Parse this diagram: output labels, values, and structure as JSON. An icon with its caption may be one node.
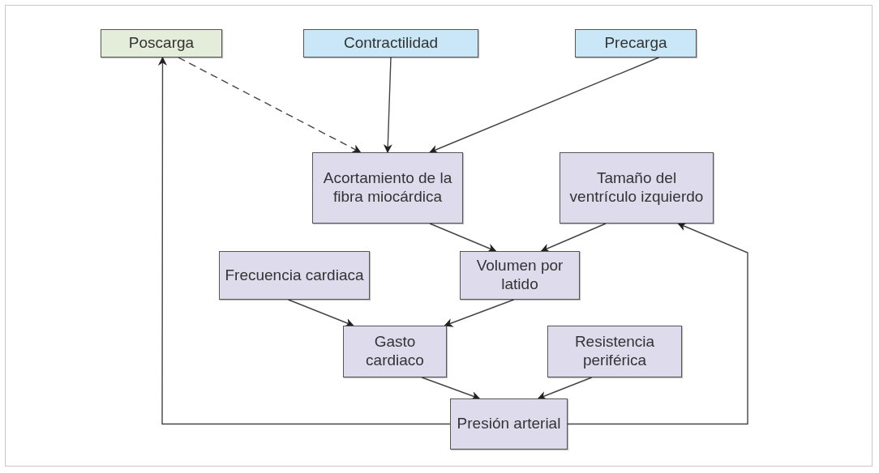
{
  "diagram": {
    "nodes": [
      {
        "text": [
          "Poscarga"
        ]
      },
      {
        "text": [
          "Contractilidad"
        ]
      },
      {
        "text": [
          "Precarga"
        ]
      },
      {
        "text": [
          "Acortamiento de la fibra miocárdica"
        ]
      },
      {
        "text": [
          "Tamaño del ventrículo izquierdo"
        ]
      },
      {
        "text": [
          "Frecuencia cardiaca"
        ]
      },
      {
        "text": [
          "Volumen por latido"
        ]
      },
      {
        "text": [
          "Gasto cardiaco"
        ]
      },
      {
        "text": [
          "Resistencia periférica"
        ]
      },
      {
        "text": [
          "Presión arterial"
        ]
      }
    ],
    "edges": [
      {
        "from": 0,
        "to": 3,
        "arrow": "to",
        "style": "dashed"
      },
      {
        "from": 1,
        "to": 3,
        "arrow": "to"
      },
      {
        "from": 2,
        "to": 3,
        "arrow": "to"
      },
      {
        "from": 3,
        "to": 6,
        "arrow": "to"
      },
      {
        "from": 4,
        "to": 6,
        "arrow": "to"
      },
      {
        "from": 5,
        "to": 7,
        "arrow": "to"
      },
      {
        "from": 6,
        "to": 7,
        "arrow": "to"
      },
      {
        "from": 7,
        "to": 9,
        "arrow": "to"
      },
      {
        "from": 8,
        "to": 9,
        "arrow": "to"
      },
      {
        "from": 9,
        "to": 0,
        "arrow": "to"
      },
      {
        "from": 9,
        "to": 4,
        "arrow": "to"
      }
    ]
  }
}
